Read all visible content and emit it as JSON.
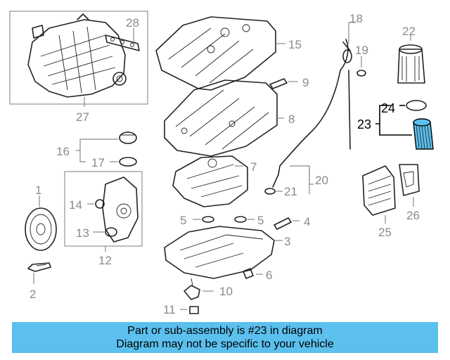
{
  "banner": {
    "line1": "Part or sub-assembly is #23 in diagram",
    "line2": "Diagram may not be specific to your vehicle"
  },
  "highlight_color": "#5bc0ee",
  "callouts": {
    "c1": "1",
    "c2": "2",
    "c3": "3",
    "c4": "4",
    "c5a": "5",
    "c5b": "5",
    "c6": "6",
    "c7": "7",
    "c8": "8",
    "c9": "9",
    "c10": "10",
    "c11": "11",
    "c12": "12",
    "c13": "13",
    "c14": "14",
    "c15": "15",
    "c16": "16",
    "c17": "17",
    "c18": "18",
    "c19": "19",
    "c20": "20",
    "c21": "21",
    "c22": "22",
    "c23": "23",
    "c24": "24",
    "c25": "25",
    "c26": "26",
    "c27": "27",
    "c28": "28"
  }
}
